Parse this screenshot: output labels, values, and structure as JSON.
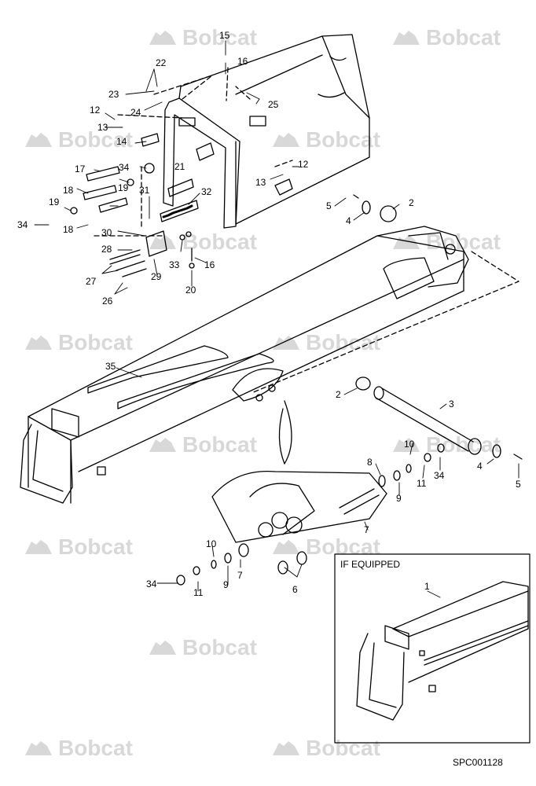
{
  "watermark": {
    "text": "Bobcat",
    "color": "#d8d8d8"
  },
  "document_id": "SPC001128",
  "inset": {
    "label": "IF EQUIPPED"
  },
  "callouts": [
    {
      "id": "c15",
      "text": "15"
    },
    {
      "id": "c16a",
      "text": "16"
    },
    {
      "id": "c22",
      "text": "22"
    },
    {
      "id": "c23",
      "text": "23"
    },
    {
      "id": "c24",
      "text": "24"
    },
    {
      "id": "c25",
      "text": "25"
    },
    {
      "id": "c12a",
      "text": "12"
    },
    {
      "id": "c13a",
      "text": "13"
    },
    {
      "id": "c14",
      "text": "14"
    },
    {
      "id": "c17",
      "text": "17"
    },
    {
      "id": "c34a",
      "text": "34"
    },
    {
      "id": "c21",
      "text": "21"
    },
    {
      "id": "c12b",
      "text": "12"
    },
    {
      "id": "c13b",
      "text": "13"
    },
    {
      "id": "c18a",
      "text": "18"
    },
    {
      "id": "c19a",
      "text": "19"
    },
    {
      "id": "c31",
      "text": "31"
    },
    {
      "id": "c32",
      "text": "32"
    },
    {
      "id": "c19b",
      "text": "19"
    },
    {
      "id": "c34b",
      "text": "34"
    },
    {
      "id": "c18b",
      "text": "18"
    },
    {
      "id": "c30",
      "text": "30"
    },
    {
      "id": "c28",
      "text": "28"
    },
    {
      "id": "c33",
      "text": "33"
    },
    {
      "id": "c16b",
      "text": "16"
    },
    {
      "id": "c27",
      "text": "27"
    },
    {
      "id": "c29",
      "text": "29"
    },
    {
      "id": "c20",
      "text": "20"
    },
    {
      "id": "c26",
      "text": "26"
    },
    {
      "id": "c5a",
      "text": "5"
    },
    {
      "id": "c2a",
      "text": "2"
    },
    {
      "id": "c4a",
      "text": "4"
    },
    {
      "id": "c35",
      "text": "35"
    },
    {
      "id": "c2b",
      "text": "2"
    },
    {
      "id": "c3",
      "text": "3"
    },
    {
      "id": "c10a",
      "text": "10"
    },
    {
      "id": "c8",
      "text": "8"
    },
    {
      "id": "c4b",
      "text": "4"
    },
    {
      "id": "c11a",
      "text": "11"
    },
    {
      "id": "c34c",
      "text": "34"
    },
    {
      "id": "c5b",
      "text": "5"
    },
    {
      "id": "c9a",
      "text": "9"
    },
    {
      "id": "c7a",
      "text": "7"
    },
    {
      "id": "c10b",
      "text": "10"
    },
    {
      "id": "c7b",
      "text": "7"
    },
    {
      "id": "c34d",
      "text": "34"
    },
    {
      "id": "c9b",
      "text": "9"
    },
    {
      "id": "c11b",
      "text": "11"
    },
    {
      "id": "c6",
      "text": "6"
    },
    {
      "id": "c1",
      "text": "1"
    }
  ]
}
